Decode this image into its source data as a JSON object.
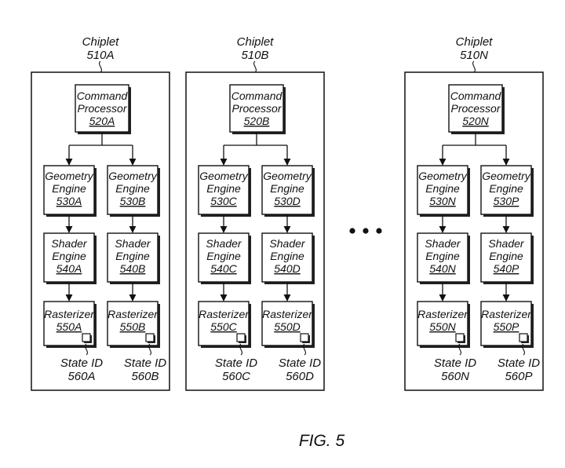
{
  "figure": {
    "caption": "FIG. 5",
    "ellipsis": "• • •",
    "line_color": "#111111",
    "box_shadow_color": "#222222",
    "chiplets": [
      {
        "name": "Chiplet",
        "ref": "510A",
        "command_processor": {
          "line1": "Command",
          "line2": "Processor",
          "ref": "520A"
        },
        "pipelines": [
          {
            "geometry": {
              "line1": "Geometry",
              "line2": "Engine",
              "ref": "530A"
            },
            "shader": {
              "line1": "Shader",
              "line2": "Engine",
              "ref": "540A"
            },
            "rasterizer": {
              "line1": "Rasterizer",
              "ref": "550A"
            },
            "state_id": {
              "label": "State ID",
              "ref": "560A"
            }
          },
          {
            "geometry": {
              "line1": "Geometry",
              "line2": "Engine",
              "ref": "530B"
            },
            "shader": {
              "line1": "Shader",
              "line2": "Engine",
              "ref": "540B"
            },
            "rasterizer": {
              "line1": "Rasterizer",
              "ref": "550B"
            },
            "state_id": {
              "label": "State ID",
              "ref": "560B"
            }
          }
        ]
      },
      {
        "name": "Chiplet",
        "ref": "510B",
        "command_processor": {
          "line1": "Command",
          "line2": "Processor",
          "ref": "520B"
        },
        "pipelines": [
          {
            "geometry": {
              "line1": "Geometry",
              "line2": "Engine",
              "ref": "530C"
            },
            "shader": {
              "line1": "Shader",
              "line2": "Engine",
              "ref": "540C"
            },
            "rasterizer": {
              "line1": "Rasterizer",
              "ref": "550C"
            },
            "state_id": {
              "label": "State ID",
              "ref": "560C"
            }
          },
          {
            "geometry": {
              "line1": "Geometry",
              "line2": "Engine",
              "ref": "530D"
            },
            "shader": {
              "line1": "Shader",
              "line2": "Engine",
              "ref": "540D"
            },
            "rasterizer": {
              "line1": "Rasterizer",
              "ref": "550D"
            },
            "state_id": {
              "label": "State ID",
              "ref": "560D"
            }
          }
        ]
      },
      {
        "name": "Chiplet",
        "ref": "510N",
        "command_processor": {
          "line1": "Command",
          "line2": "Processor",
          "ref": "520N"
        },
        "pipelines": [
          {
            "geometry": {
              "line1": "Geometry",
              "line2": "Engine",
              "ref": "530N"
            },
            "shader": {
              "line1": "Shader",
              "line2": "Engine",
              "ref": "540N"
            },
            "rasterizer": {
              "line1": "Rasterizer",
              "ref": "550N"
            },
            "state_id": {
              "label": "State ID",
              "ref": "560N"
            }
          },
          {
            "geometry": {
              "line1": "Geometry",
              "line2": "Engine",
              "ref": "530P"
            },
            "shader": {
              "line1": "Shader",
              "line2": "Engine",
              "ref": "540P"
            },
            "rasterizer": {
              "line1": "Rasterizer",
              "ref": "550P"
            },
            "state_id": {
              "label": "State ID",
              "ref": "560P"
            }
          }
        ]
      }
    ]
  }
}
